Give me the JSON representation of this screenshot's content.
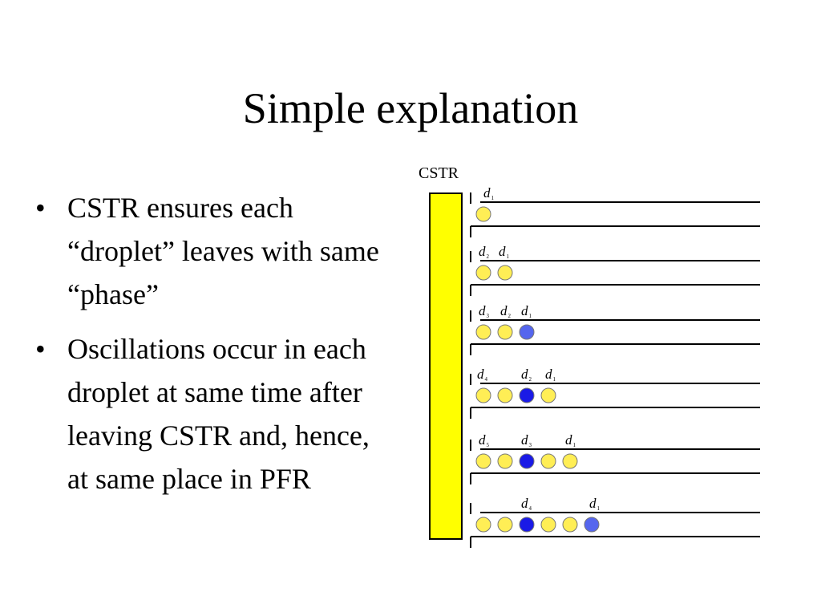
{
  "slide": {
    "title": "Simple explanation",
    "bullet_glyph": "•",
    "bullets": [
      {
        "text": "CSTR ensures each “droplet” leaves with same “phase”"
      },
      {
        "text": "Oscillations occur in each droplet at same time after leaving CSTR and, hence, at same place in PFR"
      }
    ]
  },
  "diagram": {
    "cstr_label": "CSTR",
    "droplet_symbol": "d",
    "colors": {
      "reactor": "#ffff00",
      "droplet_yellow": "#ffee55",
      "droplet_blue": "#1a1ae6",
      "droplet_light_blue": "#5566ee"
    },
    "rows": [
      {
        "labels": [
          {
            "sub": "1"
          }
        ],
        "droplets": [
          "yellow"
        ]
      },
      {
        "labels": [
          {
            "sub": "2"
          },
          {
            "sub": "1"
          }
        ],
        "droplets": [
          "yellow",
          "yellow"
        ]
      },
      {
        "labels": [
          {
            "sub": "3"
          },
          {
            "sub": "2"
          },
          {
            "sub": "1"
          }
        ],
        "droplets": [
          "yellow",
          "yellow",
          "light_blue"
        ]
      },
      {
        "labels": [
          {
            "sub": "4"
          },
          {
            "sub": "2"
          },
          {
            "sub": "1"
          }
        ],
        "droplets": [
          "yellow",
          "yellow",
          "blue",
          "yellow"
        ]
      },
      {
        "labels": [
          {
            "sub": "5"
          },
          {
            "sub": "3"
          },
          {
            "sub": "1"
          }
        ],
        "droplets": [
          "yellow",
          "yellow",
          "blue",
          "yellow",
          "yellow"
        ]
      },
      {
        "labels": [
          {
            "sub": "4"
          },
          {
            "sub": "1"
          }
        ],
        "droplets": [
          "yellow",
          "yellow",
          "blue",
          "yellow",
          "yellow",
          "light_blue"
        ]
      }
    ]
  }
}
